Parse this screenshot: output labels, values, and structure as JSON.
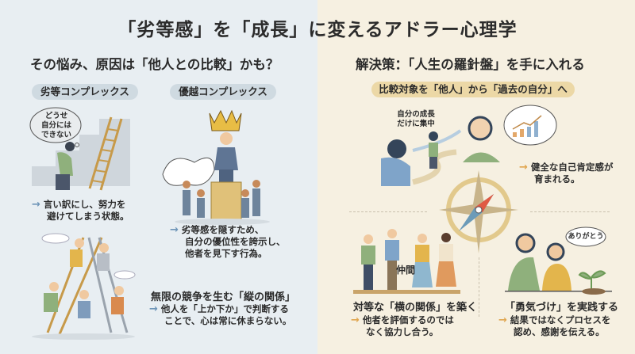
{
  "title": "「劣等感」を「成長」に変えるアドラー心理学",
  "left": {
    "heading": "その悩み、原因は「他人との比較」かも？",
    "inferiority": {
      "pill": "劣等コンプレックス",
      "thought": [
        "どうせ",
        "自分には",
        "できない"
      ],
      "desc": [
        "言い訳にし、努力を",
        "避けてしまう状態。"
      ]
    },
    "superiority": {
      "pill": "優越コンプレックス",
      "desc": [
        "劣等感を隠すため、",
        "自分の優位性を誇示し、",
        "他者を見下す行為。"
      ]
    },
    "vertical": {
      "heading": "無限の競争を生む「縦の関係」",
      "desc": [
        "他人を「上か下か」で判断する",
        "ことで、心は常に休まらない。"
      ]
    }
  },
  "right": {
    "heading": "解決策：「人生の羅針盤」を手に入れる",
    "pill": "比較対象を「他人」から「過去の自分」へ",
    "focus_label": [
      "自分の成長",
      "だけに集中"
    ],
    "result": [
      "健全な自己肯定感が",
      "育まれる。"
    ],
    "horizontal": {
      "badge": "仲間",
      "heading": "対等な「横の関係」を築く",
      "desc": [
        "他者を評価するのでは",
        "なく協力し合う。"
      ]
    },
    "encouragement": {
      "speech": "ありがとう",
      "heading": "「勇気づけ」を実践する",
      "desc": [
        "結果ではなくプロセスを",
        "認め、感謝を伝える。"
      ]
    }
  },
  "colors": {
    "left_bg": "#e8eef2",
    "right_bg": "#f6f0e1",
    "left_arrow": "#6e95b8",
    "right_arrow": "#e0a650",
    "left_pill": "#cfdae1",
    "right_pill": "#ecd8a6"
  },
  "icons": {
    "arrow": "→"
  }
}
